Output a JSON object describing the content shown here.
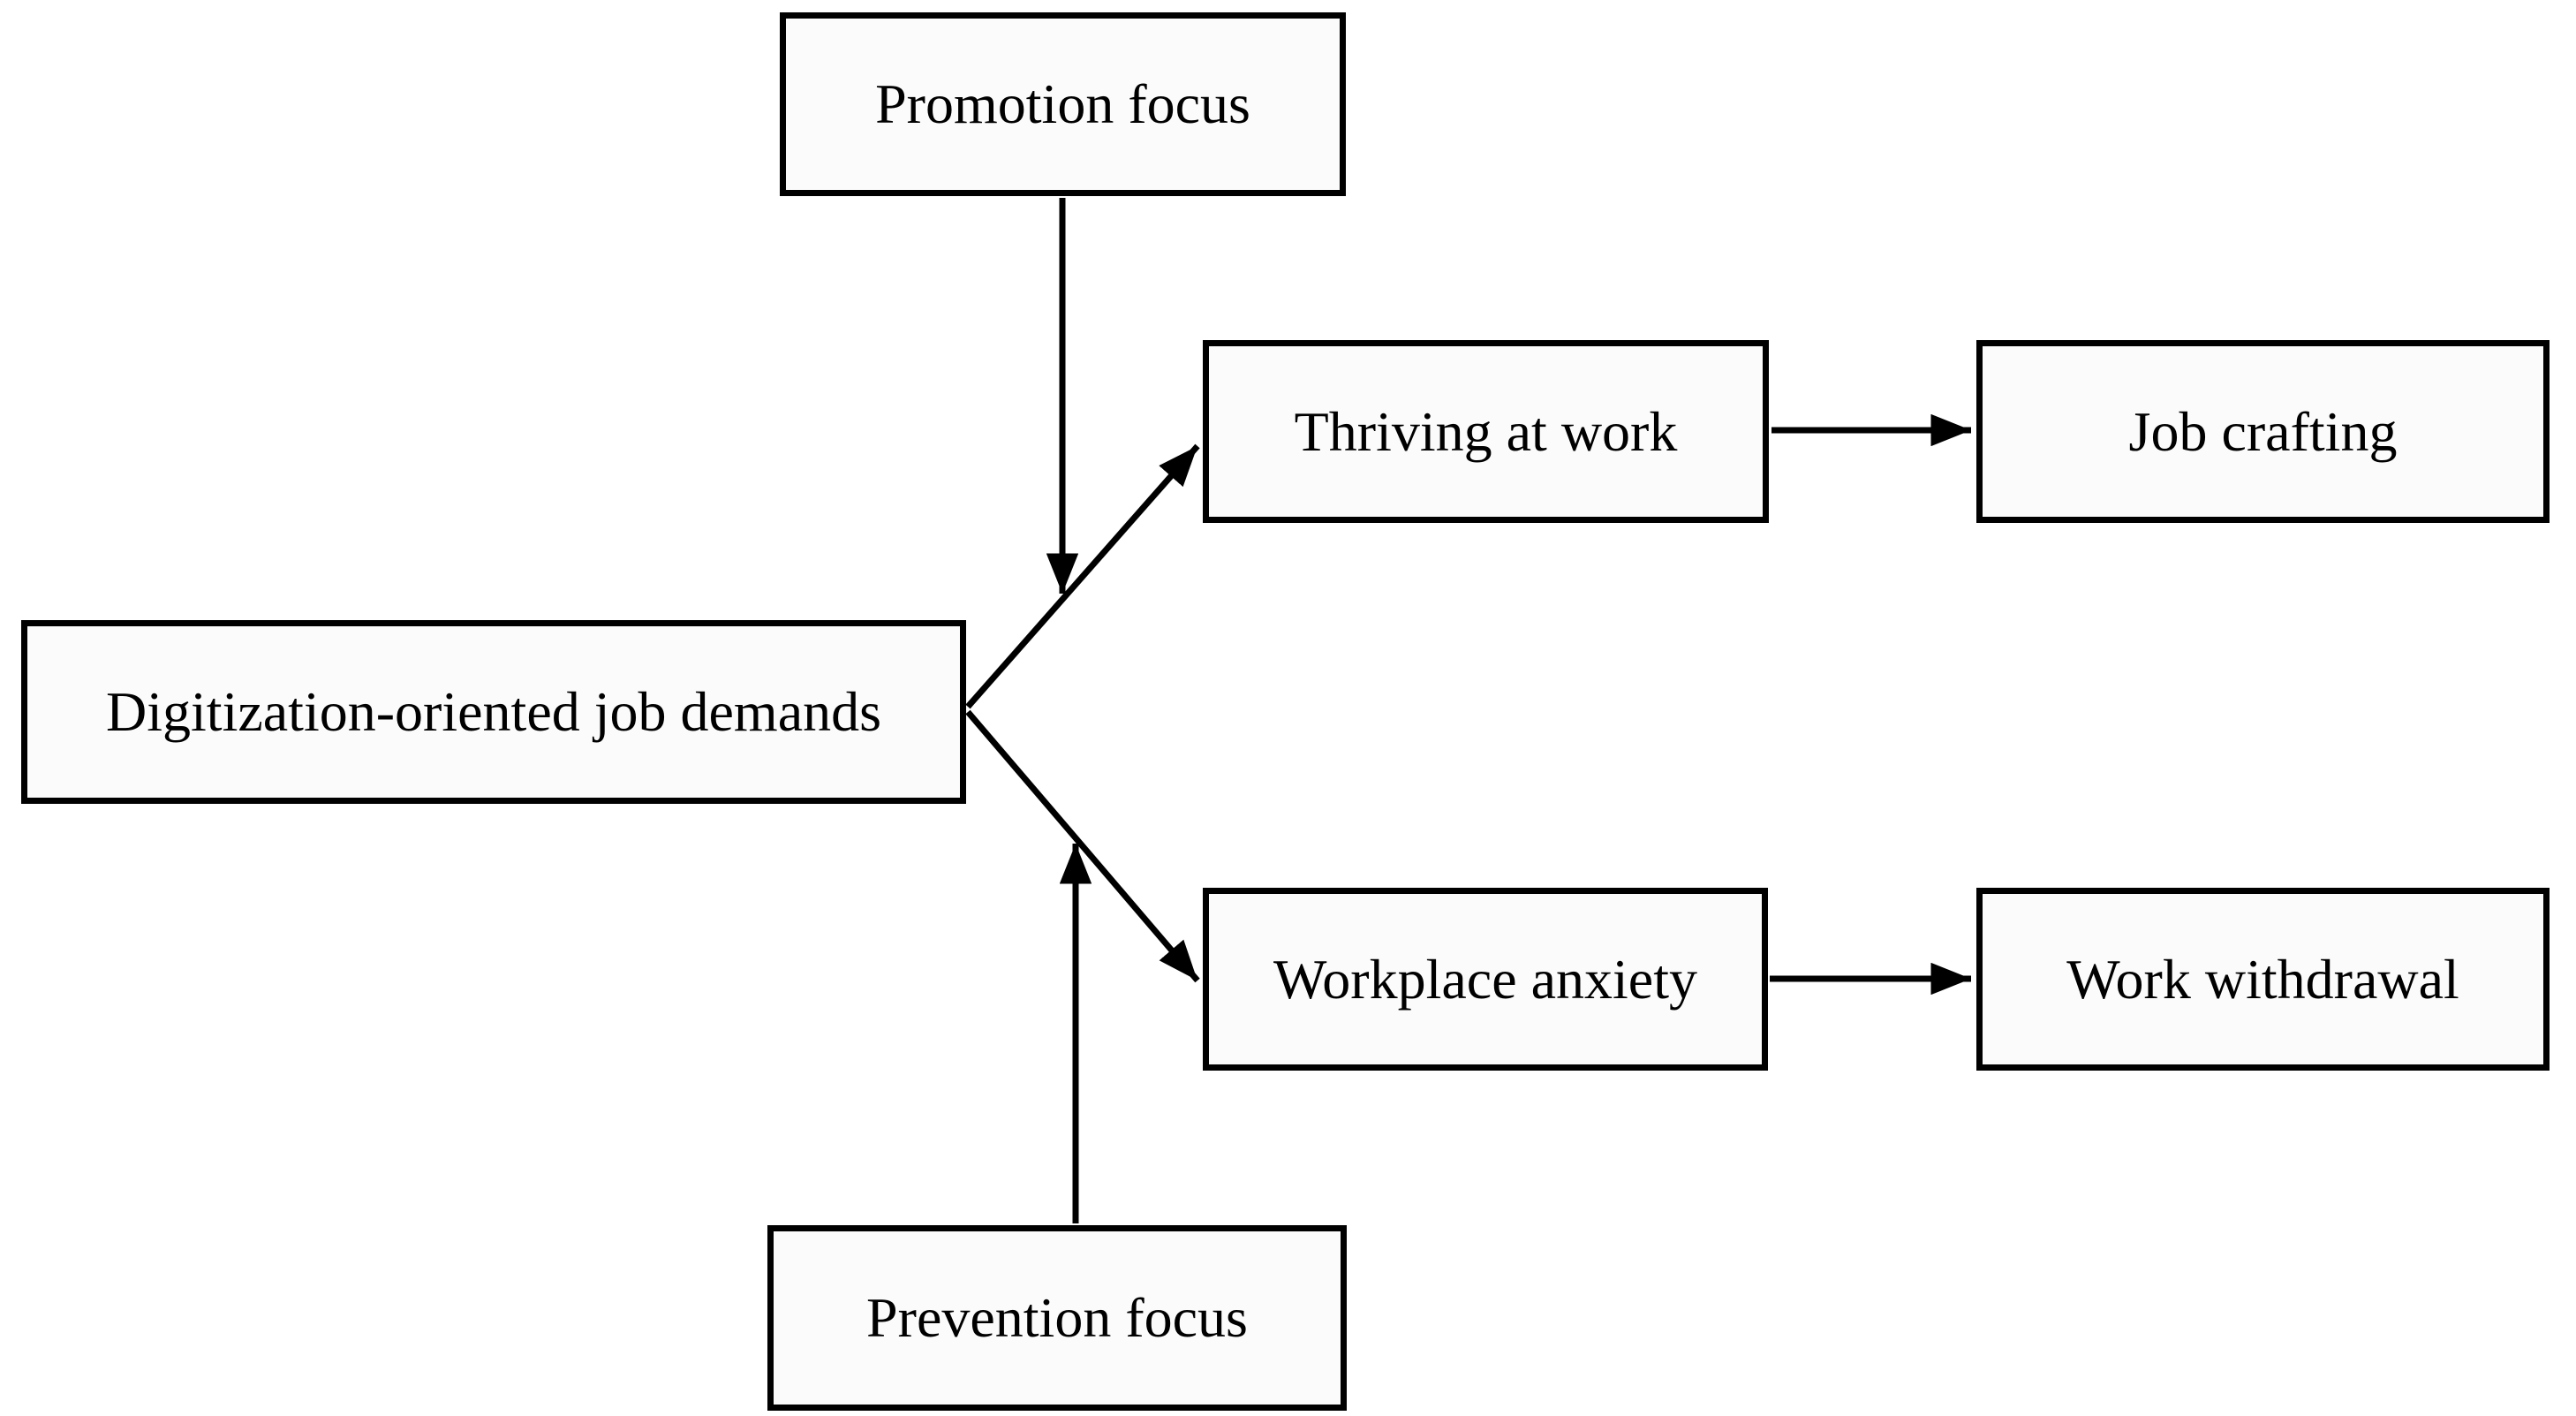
{
  "figure": {
    "type": "path-model-diagram",
    "background_color": "#ffffff",
    "box_fill_color": "#fbfbfb",
    "line_color": "#000000",
    "text_color": "#000000"
  },
  "nodes": {
    "promotion_focus": {
      "label": "Promotion focus"
    },
    "digitization_job_demands": {
      "label": "Digitization-oriented job demands"
    },
    "thriving_at_work": {
      "label": "Thriving at work"
    },
    "job_crafting": {
      "label": "Job crafting"
    },
    "workplace_anxiety": {
      "label": "Workplace anxiety"
    },
    "work_withdrawal": {
      "label": "Work withdrawal"
    },
    "prevention_focus": {
      "label": "Prevention focus"
    }
  },
  "edges": [
    {
      "from": "digitization_job_demands",
      "to": "thriving_at_work",
      "style": "arrow"
    },
    {
      "from": "digitization_job_demands",
      "to": "workplace_anxiety",
      "style": "arrow"
    },
    {
      "from": "thriving_at_work",
      "to": "job_crafting",
      "style": "arrow"
    },
    {
      "from": "workplace_anxiety",
      "to": "work_withdrawal",
      "style": "arrow"
    },
    {
      "from": "promotion_focus",
      "to": "edge:digitization_job_demands->thriving_at_work",
      "style": "moderation-arrow"
    },
    {
      "from": "prevention_focus",
      "to": "edge:digitization_job_demands->workplace_anxiety",
      "style": "moderation-arrow"
    }
  ]
}
